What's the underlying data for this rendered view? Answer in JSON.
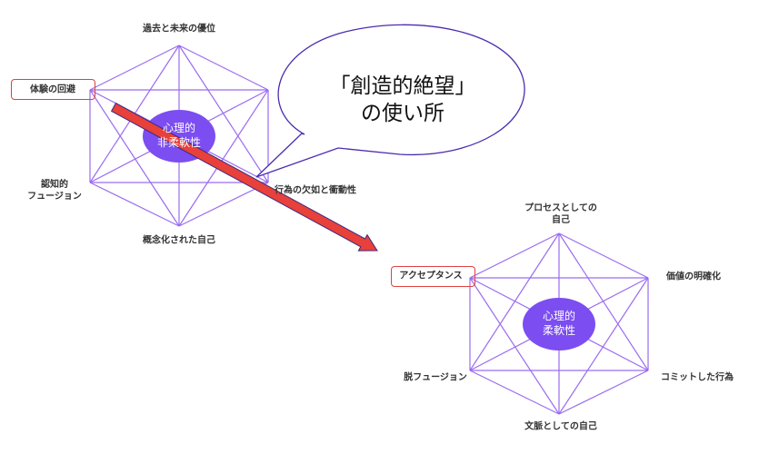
{
  "hexagon_left": {
    "center_label": [
      "心理的",
      "非柔軟性"
    ],
    "labels": {
      "top": "過去と未来の優位",
      "upper_left": "体験の回避",
      "upper_right": "",
      "lower_left": [
        "認知的",
        "フュージョン"
      ],
      "lower_right": "行為の欠如と衝動性",
      "bottom": "概念化された自己"
    },
    "highlighted": "体験の回避"
  },
  "hexagon_right": {
    "center_label": [
      "心理的",
      "柔軟性"
    ],
    "labels": {
      "top": [
        "プロセスとしての",
        "自己"
      ],
      "upper_left": "アクセプタンス",
      "upper_right": "価値の明確化",
      "lower_left": "脱フュージョン",
      "lower_right": "コミットした行為",
      "bottom": "文脈としての自己"
    },
    "highlighted": "アクセプタンス"
  },
  "callout": {
    "lines": [
      "「創造的絶望」",
      "の使い所"
    ]
  },
  "colors": {
    "line": "#9b6cf0",
    "ellipse": "#7c4df0",
    "highlight": "#e0403f",
    "arrow": "#e8403a",
    "bubble": "#4b2bb0"
  }
}
